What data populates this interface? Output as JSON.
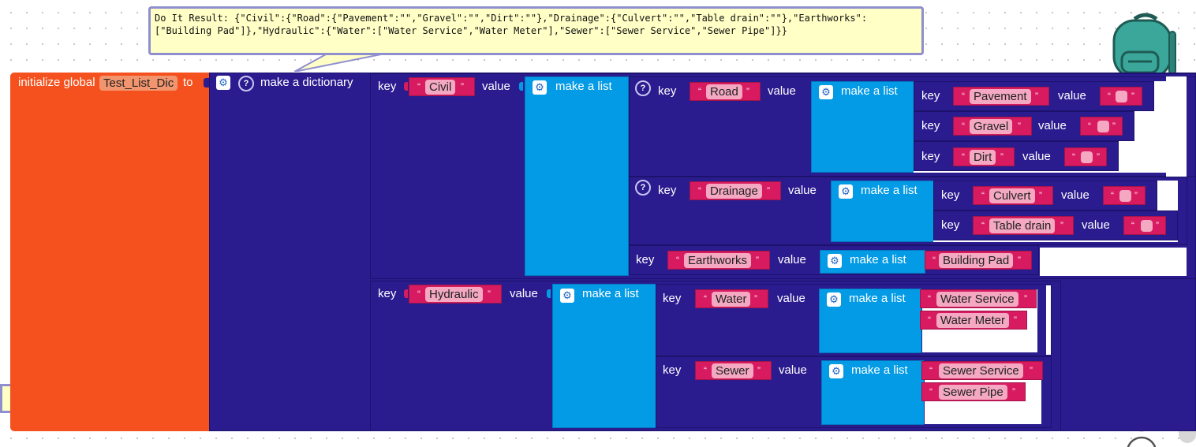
{
  "tooltip": {
    "text": "Do It Result: {\"Civil\":{\"Road\":{\"Pavement\":\"\",\"Gravel\":\"\",\"Dirt\":\"\"},\"Drainage\":{\"Culvert\":\"\",\"Table drain\":\"\"},\"Earthworks\":[\"Building Pad\"]},\"Hydraulic\":{\"Water\":[\"Water Service\",\"Water Meter\"],\"Sewer\":[\"Sewer Service\",\"Sewer Pipe\"]}}"
  },
  "block": {
    "init_label": "initialize global",
    "var_name": "Test_List_Dic",
    "to_label": "to",
    "make_dict_label": "make a dictionary",
    "make_list_label": "make a list",
    "key_label": "key",
    "value_label": "value"
  },
  "civil": {
    "key": "Civil",
    "road_key": "Road",
    "road_items": [
      "Pavement",
      "Gravel",
      "Dirt"
    ],
    "drainage_key": "Drainage",
    "drainage_items": [
      "Culvert",
      "Table drain"
    ],
    "earthworks_key": "Earthworks",
    "earthworks_items": [
      "Building Pad"
    ]
  },
  "hydraulic": {
    "key": "Hydraulic",
    "water_key": "Water",
    "water_items": [
      "Water Service",
      "Water Meter"
    ],
    "sewer_key": "Sewer",
    "sewer_items": [
      "Sewer Service",
      "Sewer Pipe"
    ]
  },
  "quote_open": "“",
  "quote_close": "”",
  "icons": {
    "gear": "gear-icon",
    "help": "help-icon",
    "backpack": "backpack-icon",
    "target": "recenter-icon",
    "zoom_in": "zoom-in-icon"
  }
}
